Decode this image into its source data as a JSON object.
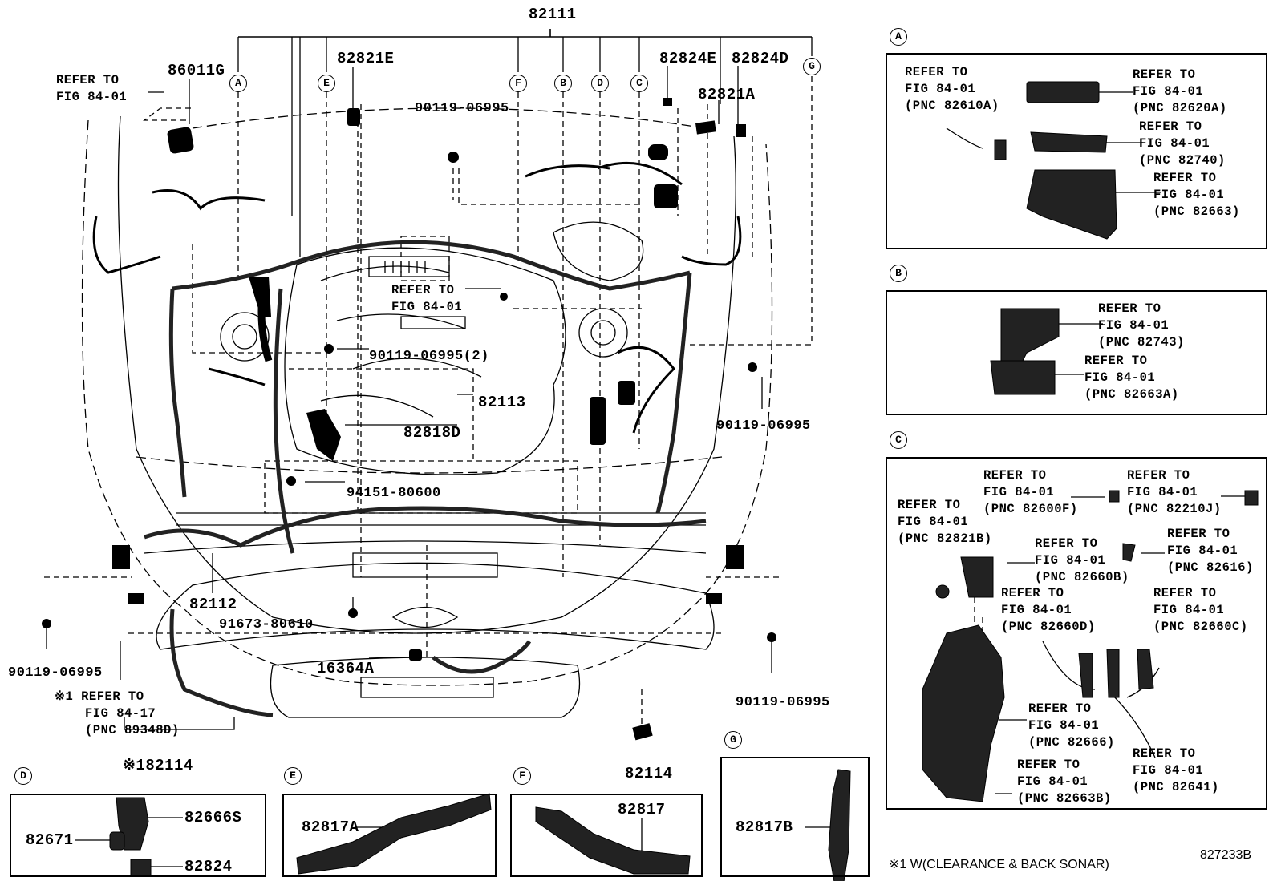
{
  "main_labels": {
    "p82111": "82111",
    "p82821E": "82821E",
    "p86011G": "86011G",
    "p82824E": "82824E",
    "p82824D": "82824D",
    "p82821A": "82821A",
    "p90119_top": "90119-06995",
    "p90119_2": "90119-06995(2)",
    "p90119_right": "90119-06995",
    "p82113": "82113",
    "p82818D": "82818D",
    "p94151": "94151-80600",
    "p82112": "82112",
    "p91673": "91673-80610",
    "p90119_left": "90119-06995",
    "p16364A": "16364A",
    "p90119_right_low": "90119-06995",
    "p82114_left": "82114",
    "p82114_right": "82114",
    "mark": "※1",
    "mark2": "※1"
  },
  "refs": {
    "tl": [
      "REFER TO",
      "FIG 84-01"
    ],
    "center": [
      "REFER TO",
      "FIG 84-01"
    ],
    "bl": [
      "REFER TO",
      "FIG 84-17",
      "(PNC 89348D)"
    ]
  },
  "callouts": [
    "A",
    "E",
    "F",
    "B",
    "D",
    "C",
    "G"
  ],
  "panel_A": {
    "key": "A",
    "r1": [
      "REFER TO",
      "FIG 84-01",
      "(PNC 82610A)"
    ],
    "r2": [
      "REFER TO",
      "FIG 84-01",
      "(PNC 82620A)"
    ],
    "r3": [
      "REFER TO",
      "FIG 84-01",
      "(PNC 82740)"
    ],
    "r4": [
      "REFER TO",
      "FIG 84-01",
      "(PNC 82663)"
    ]
  },
  "panel_B": {
    "key": "B",
    "r1": [
      "REFER TO",
      "FIG 84-01",
      "(PNC 82743)"
    ],
    "r2": [
      "REFER TO",
      "FIG 84-01",
      "(PNC 82663A)"
    ]
  },
  "panel_C": {
    "key": "C",
    "r1": [
      "REFER TO",
      "FIG 84-01",
      "(PNC 82600F)"
    ],
    "r2": [
      "REFER TO",
      "FIG 84-01",
      "(PNC 82210J)"
    ],
    "r3": [
      "REFER TO",
      "FIG 84-01",
      "(PNC 82821B)"
    ],
    "r4": [
      "REFER TO",
      "FIG 84-01",
      "(PNC 82660B)"
    ],
    "r5": [
      "REFER TO",
      "FIG 84-01",
      "(PNC 82616)"
    ],
    "r6": [
      "REFER TO",
      "FIG 84-01",
      "(PNC 82660D)"
    ],
    "r7": [
      "REFER TO",
      "FIG 84-01",
      "(PNC 82660C)"
    ],
    "r8": [
      "REFER TO",
      "FIG 84-01",
      "(PNC 82666)"
    ],
    "r9": [
      "REFER TO",
      "FIG 84-01",
      "(PNC 82641)"
    ],
    "r10": [
      "REFER TO",
      "FIG 84-01",
      "(PNC 82663B)"
    ]
  },
  "panel_D": {
    "key": "D",
    "a": "82666S",
    "b": "82671",
    "c": "82824"
  },
  "panel_E": {
    "key": "E",
    "a": "82817A"
  },
  "panel_F": {
    "key": "F",
    "a": "82817"
  },
  "panel_G": {
    "key": "G",
    "a": "82817B"
  },
  "footnote": "※1 W(CLEARANCE & BACK SONAR)",
  "diagram_id": "827233B"
}
